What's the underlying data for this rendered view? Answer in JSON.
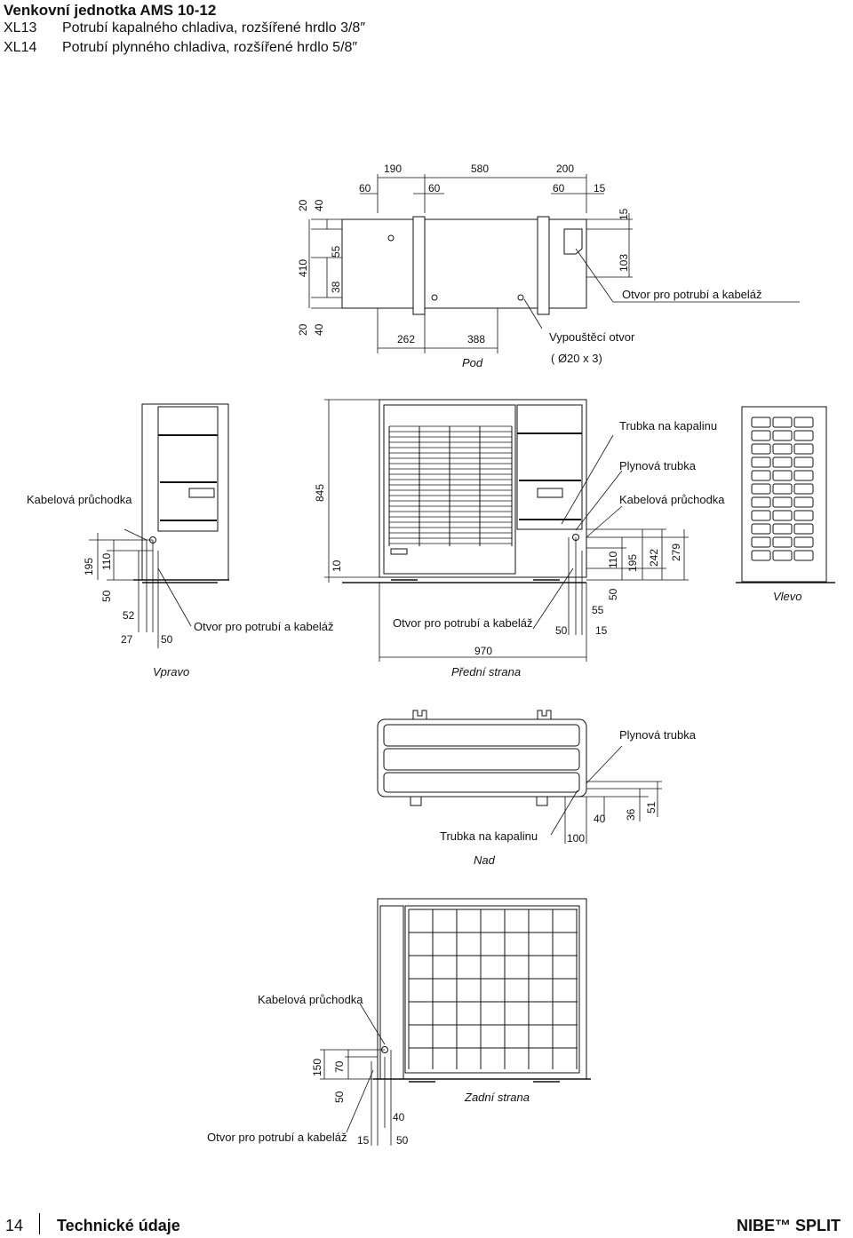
{
  "page": {
    "title": "Venkovní jednotka AMS 10-12",
    "legend": [
      {
        "code": "XL13",
        "text": "Potrubí kapalného chladiva, rozšířené hrdlo 3/8″"
      },
      {
        "code": "XL14",
        "text": "Potrubí plynného chladiva, rozšířené hrdlo 5/8″"
      }
    ]
  },
  "views": {
    "bottom": {
      "caption": "Pod",
      "labels": {
        "hole": "Otvor pro potrubí a kabeláž",
        "drain": "Vypouštěcí otvor",
        "drain_spec": "( Ø20 x 3)"
      },
      "dims": {
        "d190": "190",
        "d580": "580",
        "d200": "200",
        "d60a": "60",
        "d60b": "60",
        "d60c": "60",
        "d15a": "15",
        "d15b": "15",
        "d103": "103",
        "d20a": "20",
        "d40a": "40",
        "d410": "410",
        "d55": "55",
        "d38": "38",
        "d20b": "20",
        "d40b": "40",
        "d262": "262",
        "d388": "388"
      }
    },
    "right": {
      "caption": "Vpravo",
      "labels": {
        "cable": "Kabelová průchodka",
        "hole": "Otvor pro potrubí a kabeláž"
      },
      "dims": {
        "d195": "195",
        "d110": "110",
        "d50": "50",
        "d52": "52",
        "d27": "27",
        "d50b": "50"
      }
    },
    "front": {
      "caption": "Přední strana",
      "labels": {
        "hole": "Otvor pro potrubí a kabeláž",
        "liquid": "Trubka na kapalinu",
        "gas": "Plynová trubka",
        "cable": "Kabelová průchodka"
      },
      "dims": {
        "d845": "845",
        "d10": "10",
        "d970": "970",
        "d50": "50",
        "d55": "55",
        "d15": "15",
        "d50b": "50",
        "d110": "110",
        "d195": "195",
        "d242": "242",
        "d279": "279"
      }
    },
    "left": {
      "caption": "Vlevo"
    },
    "top": {
      "caption": "Nad",
      "labels": {
        "gas": "Plynová trubka",
        "liquid": "Trubka na kapalinu"
      },
      "dims": {
        "d100": "100",
        "d40": "40",
        "d36": "36",
        "d51": "51"
      }
    },
    "rear": {
      "caption": "Zadní strana",
      "labels": {
        "cable": "Kabelová průchodka",
        "hole": "Otvor pro potrubí a kabeláž"
      },
      "dims": {
        "d150": "150",
        "d70": "70",
        "d50": "50",
        "d40": "40",
        "d15": "15",
        "d50b": "50"
      }
    }
  },
  "footer": {
    "page_number": "14",
    "section": "Technické údaje",
    "brand": "NIBE™ SPLIT"
  }
}
